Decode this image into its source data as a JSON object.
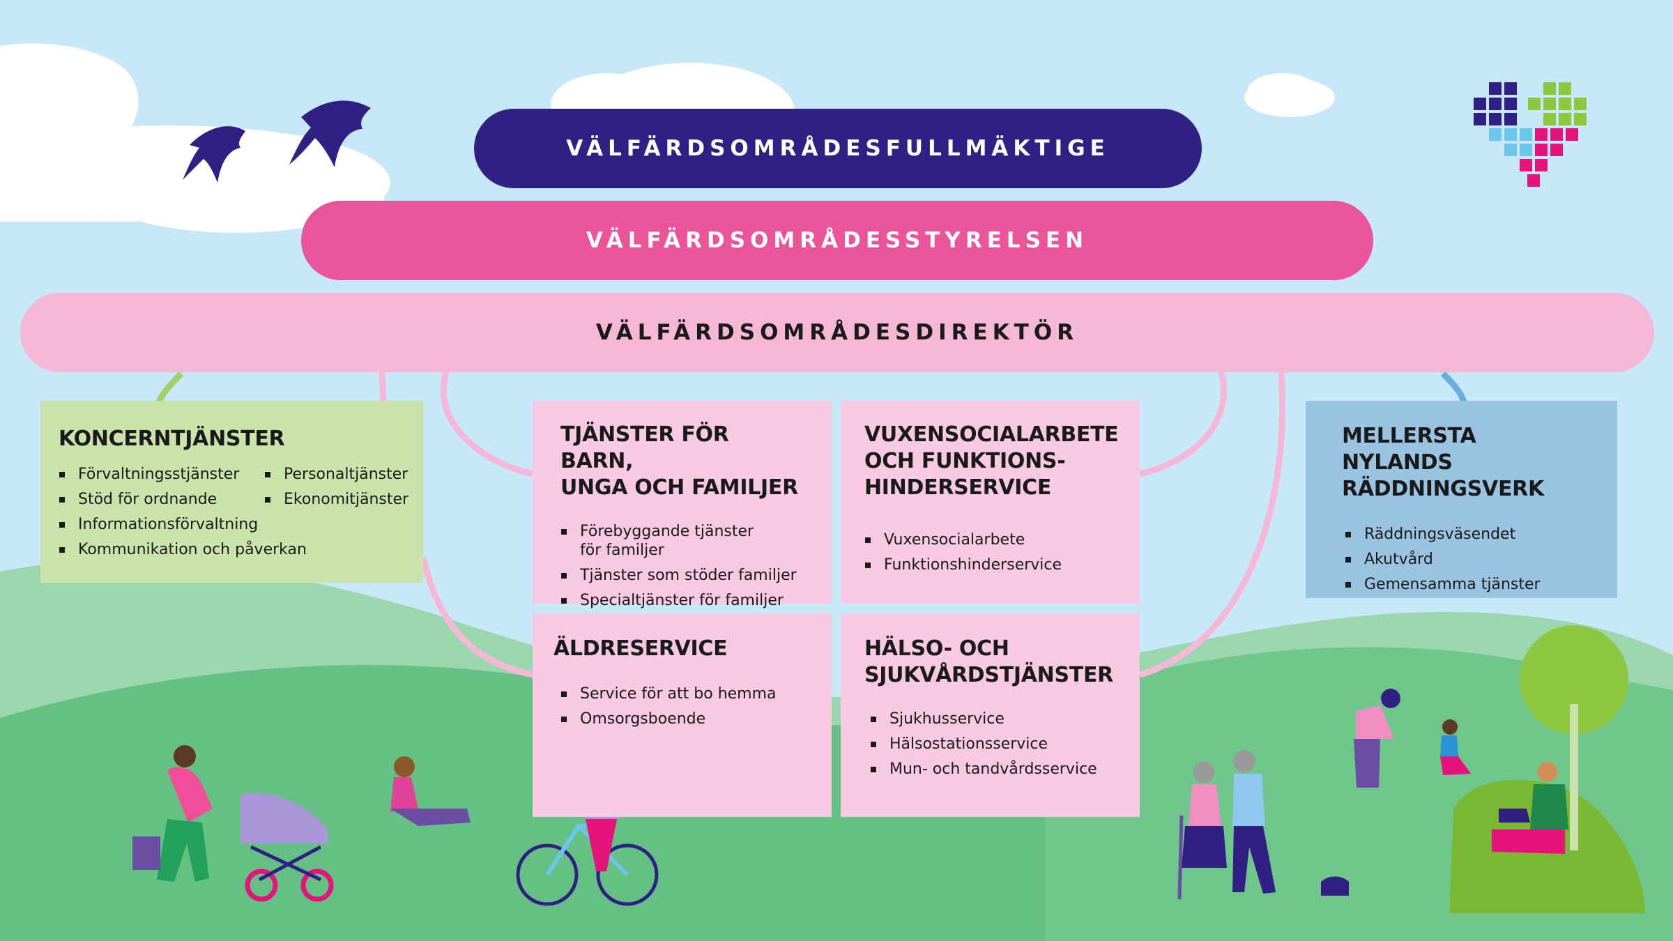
{
  "top": {
    "council": "VÄLFÄRDSOMRÅDESFULLMÄKTIGE",
    "board": "VÄLFÄRDSOMRÅDESSTYRELSEN",
    "director": "VÄLFÄRDSOMRÅDESDIREKTÖR"
  },
  "koncern": {
    "title": "KONCERNTJÄNSTER",
    "items": [
      "Förvaltningsstjänster",
      "Personaltjänster",
      "Stöd för ordnande",
      "Ekonomitjänster",
      "Informationsförvaltning",
      "",
      "Kommunikation och påverkan",
      ""
    ]
  },
  "barn": {
    "title_line1": "TJÄNSTER FÖR BARN,",
    "title_line2": "UNGA OCH FAMILJER",
    "item1_line1": "Förebyggande tjänster",
    "item1_line2": "för familjer",
    "item2": "Tjänster som stöder familjer",
    "item3": "Specialtjänster för familjer"
  },
  "vuxen": {
    "title_line1": "VUXENSOCIALARBETE",
    "title_line2": "OCH FUNKTIONS-",
    "title_line3": "HINDERSERVICE",
    "items": [
      "Vuxensocialarbete",
      "Funktionshinderservice"
    ]
  },
  "aldre": {
    "title": "ÄLDRESERVICE",
    "items": [
      "Service för att bo hemma",
      "Omsorgsboende"
    ]
  },
  "halso": {
    "title_line1": "HÄLSO- OCH",
    "title_line2": "SJUKVÅRDSTJÄNSTER",
    "items": [
      "Sjukhusservice",
      "Hälsostationsservice",
      "Mun- och tandvårdsservice"
    ]
  },
  "rrv": {
    "title_line1": "MELLERSTA NYLANDS",
    "title_line2": "RÄDDNINGSVERK",
    "items": [
      "Räddningsväsendet",
      "Akutvård",
      "Gemensamma tjänster"
    ]
  },
  "colors": {
    "sky": "#c7e8f8",
    "council": "#312083",
    "board": "#e9549a",
    "director": "#f4b8d6",
    "koncern": "#c9e3aa",
    "services": "#f7c9e2",
    "rescue": "#9ac3e2"
  },
  "icons": [
    "swallow-icon",
    "heart-pixel-logo"
  ]
}
